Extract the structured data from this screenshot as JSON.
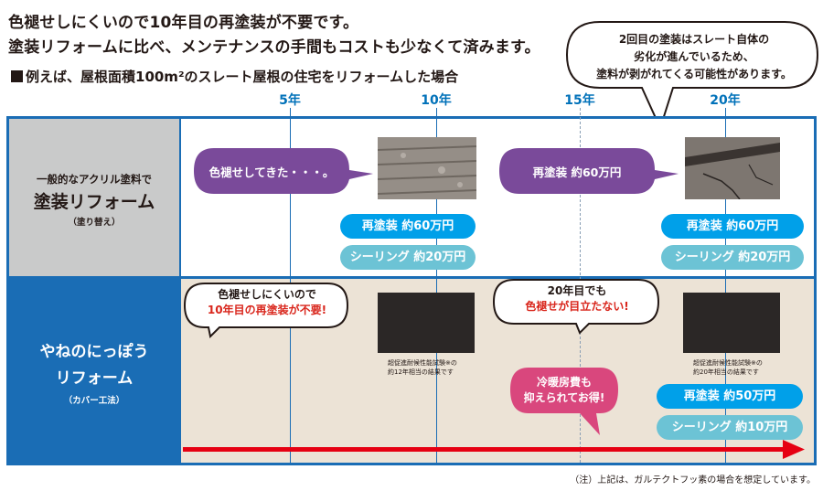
{
  "headline": {
    "line1": "色褪せしにくいので10年目の再塗装が不要です。",
    "line2": "塗装リフォームに比べ、メンテナンスの手間もコストも少なくて済みます。"
  },
  "subheading": "例えば、屋根面積100m²のスレート屋根の住宅をリフォームした場合",
  "years": [
    "5年",
    "10年",
    "15年",
    "20年"
  ],
  "top_callout": {
    "line1": "2回目の塗装はスレート自体の",
    "line2": "劣化が進んでいるため、",
    "line3": "塗料が剥がれてくる可能性があります。"
  },
  "row_paint": {
    "label_small": "一般的なアクリル塗料で",
    "label_main": "塗装リフォーム",
    "label_sub": "（塗り替え）",
    "bubble_fade": "色褪せしてきた・・・。",
    "bubble_repaint": "再塗装 約60万円",
    "y10_repaint": "再塗装 約60万円",
    "y10_sealing": "シーリング 約20万円",
    "y20_repaint": "再塗装 約60万円",
    "y20_sealing": "シーリング 約20万円"
  },
  "row_cover": {
    "label_main1": "やねのにっぽう",
    "label_main2": "リフォーム",
    "label_sub": "（カバー工法）",
    "bubble1_line1": "色褪せしにくいので",
    "bubble1_line2": "10年目の再塗装が不要!",
    "bubble2_line1": "20年目でも",
    "bubble2_line2": "色褪せが目立たない!",
    "bubble3_line1": "冷暖房費も",
    "bubble3_line2": "抑えられてお得!",
    "caption1_line1": "超促進耐候性能試験※の",
    "caption1_line2": "約12年相当の結果です",
    "caption2_line1": "超促進耐候性能試験※の",
    "caption2_line2": "約20年相当の結果です",
    "y20_repaint": "再塗装 約50万円",
    "y20_sealing": "シーリング 約10万円"
  },
  "footnote": "（注）上記は、ガルテクトフッ素の場合を想定しています。"
}
